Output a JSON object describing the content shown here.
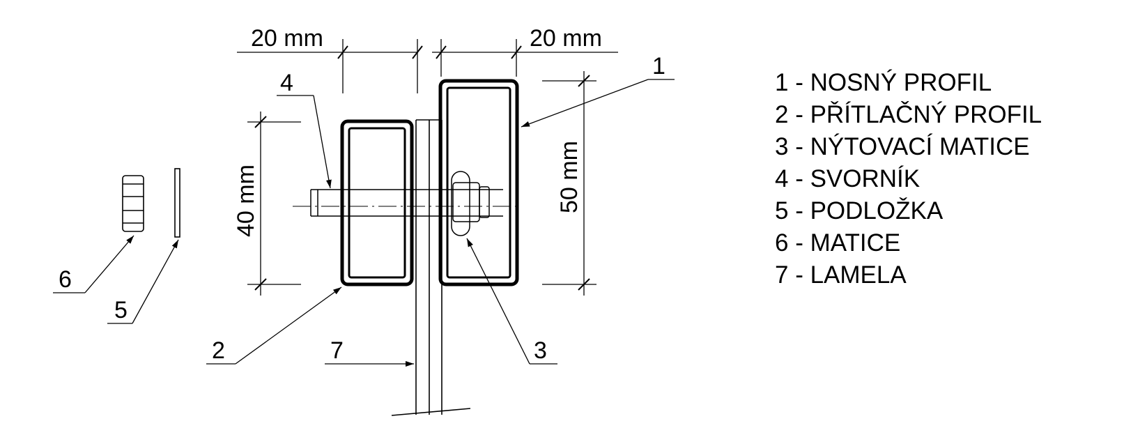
{
  "dimensions": {
    "top_left": "20 mm",
    "top_right": "20 mm",
    "left_vertical": "40 mm",
    "right_vertical": "50 mm"
  },
  "callouts": [
    "1",
    "2",
    "3",
    "4",
    "5",
    "6",
    "7"
  ],
  "legend": [
    "1 - NOSNÝ PROFIL",
    "2 - PŘÍTLAČNÝ PROFIL",
    "3 - NÝTOVACÍ MATICE",
    "4 - SVORNÍK",
    "5 - PODLOŽKA",
    "6 - MATICE",
    "7 - LAMELA"
  ]
}
